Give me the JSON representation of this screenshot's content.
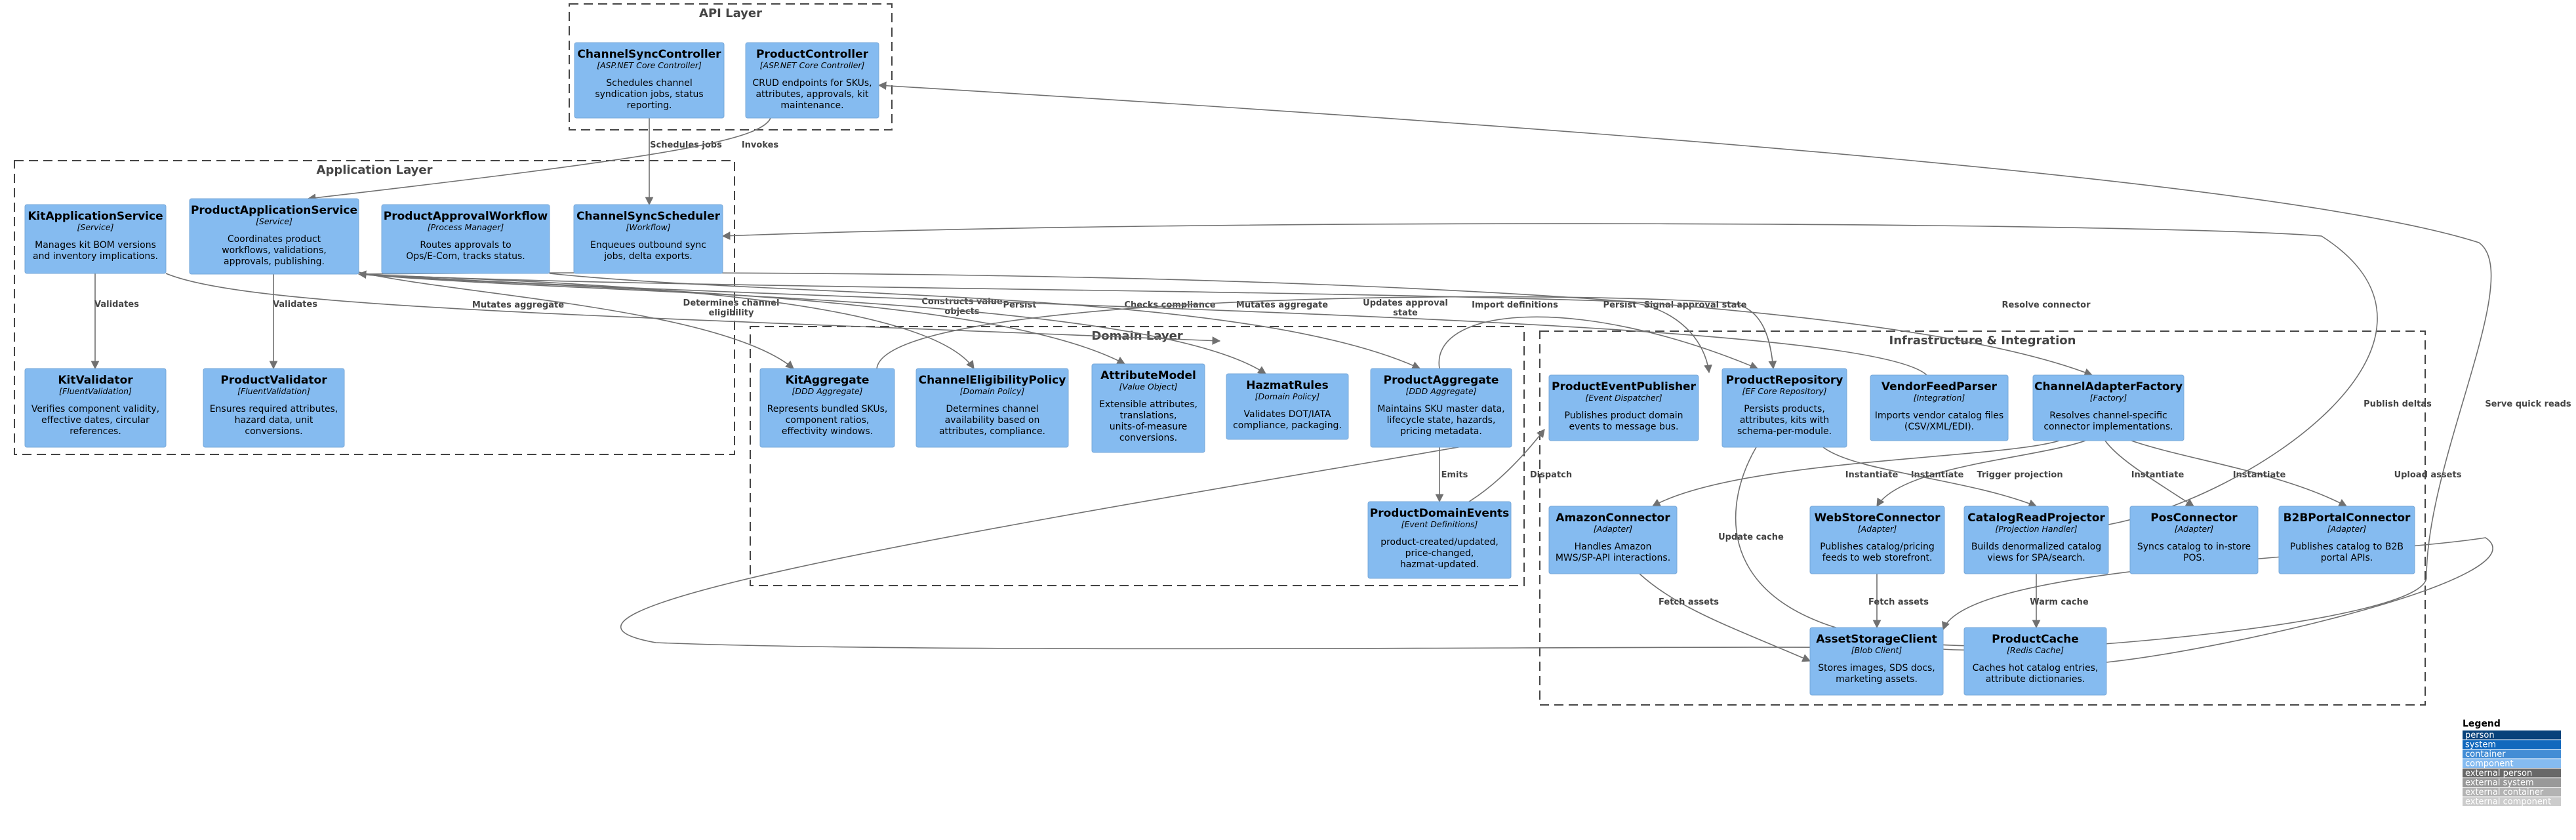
{
  "boundaries": [
    {
      "id": "api",
      "label": "API Layer"
    },
    {
      "id": "app",
      "label": "Application Layer"
    },
    {
      "id": "domain",
      "label": "Domain Layer"
    },
    {
      "id": "infra",
      "label": "Infrastructure & Integration"
    }
  ],
  "components": [
    {
      "id": "channelsynccontroller",
      "title": "ChannelSyncController",
      "stereotype": "[ASP.NET Core Controller]",
      "description": [
        "Schedules channel",
        "syndication jobs, status",
        "reporting."
      ]
    },
    {
      "id": "productcontroller",
      "title": "ProductController",
      "stereotype": "[ASP.NET Core Controller]",
      "description": [
        "CRUD endpoints for SKUs,",
        "attributes, approvals, kit",
        "maintenance."
      ]
    },
    {
      "id": "kitapplicationservice",
      "title": "KitApplicationService",
      "stereotype": "[Service]",
      "description": [
        "Manages kit BOM versions",
        "and inventory implications."
      ]
    },
    {
      "id": "productapplicationservice",
      "title": "ProductApplicationService",
      "stereotype": "[Service]",
      "description": [
        "Coordinates product",
        "workflows, validations,",
        "approvals, publishing."
      ]
    },
    {
      "id": "productapprovalworkflow",
      "title": "ProductApprovalWorkflow",
      "stereotype": "[Process Manager]",
      "description": [
        "Routes approvals to",
        "Ops/E-Com, tracks status."
      ]
    },
    {
      "id": "channelsyncscheduler",
      "title": "ChannelSyncScheduler",
      "stereotype": "[Workflow]",
      "description": [
        "Enqueues outbound sync",
        "jobs, delta exports."
      ]
    },
    {
      "id": "kitvalidator",
      "title": "KitValidator",
      "stereotype": "[FluentValidation]",
      "description": [
        "Verifies component validity,",
        "effective dates, circular",
        "references."
      ]
    },
    {
      "id": "productvalidator",
      "title": "ProductValidator",
      "stereotype": "[FluentValidation]",
      "description": [
        "Ensures required attributes,",
        "hazard data, unit",
        "conversions."
      ]
    },
    {
      "id": "kitaggregate",
      "title": "KitAggregate",
      "stereotype": "[DDD Aggregate]",
      "description": [
        "Represents bundled SKUs,",
        "component ratios,",
        "effectivity windows."
      ]
    },
    {
      "id": "channeleligibilitypolicy",
      "title": "ChannelEligibilityPolicy",
      "stereotype": "[Domain Policy]",
      "description": [
        "Determines channel",
        "availability based on",
        "attributes, compliance."
      ]
    },
    {
      "id": "attributemodel",
      "title": "AttributeModel",
      "stereotype": "[Value Object]",
      "description": [
        "Extensible attributes,",
        "translations,",
        "units-of-measure",
        "conversions."
      ]
    },
    {
      "id": "hazmatrules",
      "title": "HazmatRules",
      "stereotype": "[Domain Policy]",
      "description": [
        "Validates DOT/IATA",
        "compliance, packaging."
      ]
    },
    {
      "id": "productaggregate",
      "title": "ProductAggregate",
      "stereotype": "[DDD Aggregate]",
      "description": [
        "Maintains SKU master data,",
        "lifecycle state, hazards,",
        "pricing metadata."
      ]
    },
    {
      "id": "productdomainevents",
      "title": "ProductDomainEvents",
      "stereotype": "[Event Definitions]",
      "description": [
        "product-created/updated,",
        "price-changed,",
        "hazmat-updated."
      ]
    },
    {
      "id": "producteventpublisher",
      "title": "ProductEventPublisher",
      "stereotype": "[Event Dispatcher]",
      "description": [
        "Publishes product domain",
        "events to message bus."
      ]
    },
    {
      "id": "productrepository",
      "title": "ProductRepository",
      "stereotype": "[EF Core Repository]",
      "description": [
        "Persists products,",
        "attributes, kits with",
        "schema-per-module."
      ]
    },
    {
      "id": "vendorfeedparser",
      "title": "VendorFeedParser",
      "stereotype": "[Integration]",
      "description": [
        "Imports vendor catalog files",
        "(CSV/XML/EDI)."
      ]
    },
    {
      "id": "channeladapterfactory",
      "title": "ChannelAdapterFactory",
      "stereotype": "[Factory]",
      "description": [
        "Resolves channel-specific",
        "connector implementations."
      ]
    },
    {
      "id": "amazonconnector",
      "title": "AmazonConnector",
      "stereotype": "[Adapter]",
      "description": [
        "Handles Amazon",
        "MWS/SP-API interactions."
      ]
    },
    {
      "id": "webstoreconnector",
      "title": "WebStoreConnector",
      "stereotype": "[Adapter]",
      "description": [
        "Publishes catalog/pricing",
        "feeds to web storefront."
      ]
    },
    {
      "id": "catalogreadprojector",
      "title": "CatalogReadProjector",
      "stereotype": "[Projection Handler]",
      "description": [
        "Builds denormalized catalog",
        "views for SPA/search."
      ]
    },
    {
      "id": "posconnector",
      "title": "PosConnector",
      "stereotype": "[Adapter]",
      "description": [
        "Syncs catalog to in-store",
        "POS."
      ]
    },
    {
      "id": "b2bportalconnector",
      "title": "B2BPortalConnector",
      "stereotype": "[Adapter]",
      "description": [
        "Publishes catalog to B2B",
        "portal APIs."
      ]
    },
    {
      "id": "assetstorageclient",
      "title": "AssetStorageClient",
      "stereotype": "[Blob Client]",
      "description": [
        "Stores images, SDS docs,",
        "marketing assets."
      ]
    },
    {
      "id": "productcache",
      "title": "ProductCache",
      "stereotype": "[Redis Cache]",
      "description": [
        "Caches hot catalog entries,",
        "attribute dictionaries."
      ]
    }
  ],
  "relationships": [
    {
      "id": "r1",
      "label": "Schedules jobs"
    },
    {
      "id": "r2",
      "label": "Invokes"
    },
    {
      "id": "r3",
      "label": "Validates"
    },
    {
      "id": "r4",
      "label": "Validates"
    },
    {
      "id": "r5",
      "label": "Mutates aggregate"
    },
    {
      "id": "r6",
      "label": "Determines channel eligibility"
    },
    {
      "id": "r7",
      "label": "Constructs value objects"
    },
    {
      "id": "r8",
      "label": "Persist"
    },
    {
      "id": "r9",
      "label": "Checks compliance"
    },
    {
      "id": "r10",
      "label": "Mutates aggregate"
    },
    {
      "id": "r11",
      "label": "Updates approval state"
    },
    {
      "id": "r12",
      "label": "Import definitions"
    },
    {
      "id": "r13",
      "label": "Persist"
    },
    {
      "id": "r14",
      "label": "Signal approval state"
    },
    {
      "id": "r15",
      "label": "Resolve connector"
    },
    {
      "id": "r16",
      "label": "Emits"
    },
    {
      "id": "r17",
      "label": "Dispatch"
    },
    {
      "id": "r18",
      "label": "Instantiate"
    },
    {
      "id": "r19",
      "label": "Instantiate"
    },
    {
      "id": "r20",
      "label": "Trigger projection"
    },
    {
      "id": "r21",
      "label": "Instantiate"
    },
    {
      "id": "r22",
      "label": "Instantiate"
    },
    {
      "id": "r23",
      "label": "Update cache"
    },
    {
      "id": "r24",
      "label": "Fetch assets"
    },
    {
      "id": "r25",
      "label": "Fetch assets"
    },
    {
      "id": "r26",
      "label": "Warm cache"
    },
    {
      "id": "r27",
      "label": "Publish deltas"
    },
    {
      "id": "r28",
      "label": "Upload assets"
    },
    {
      "id": "r29",
      "label": "Serve quick reads"
    }
  ],
  "legend": {
    "title": "Legend",
    "items": [
      {
        "label": "person",
        "color": "#08427b"
      },
      {
        "label": "system",
        "color": "#1168bd"
      },
      {
        "label": "container",
        "color": "#438dd5"
      },
      {
        "label": "component",
        "color": "#85bbf0"
      },
      {
        "label": "external person",
        "color": "#686868"
      },
      {
        "label": "external system",
        "color": "#999999"
      },
      {
        "label": "external container",
        "color": "#b3b3b3"
      },
      {
        "label": "external component",
        "color": "#cccccc"
      }
    ]
  }
}
